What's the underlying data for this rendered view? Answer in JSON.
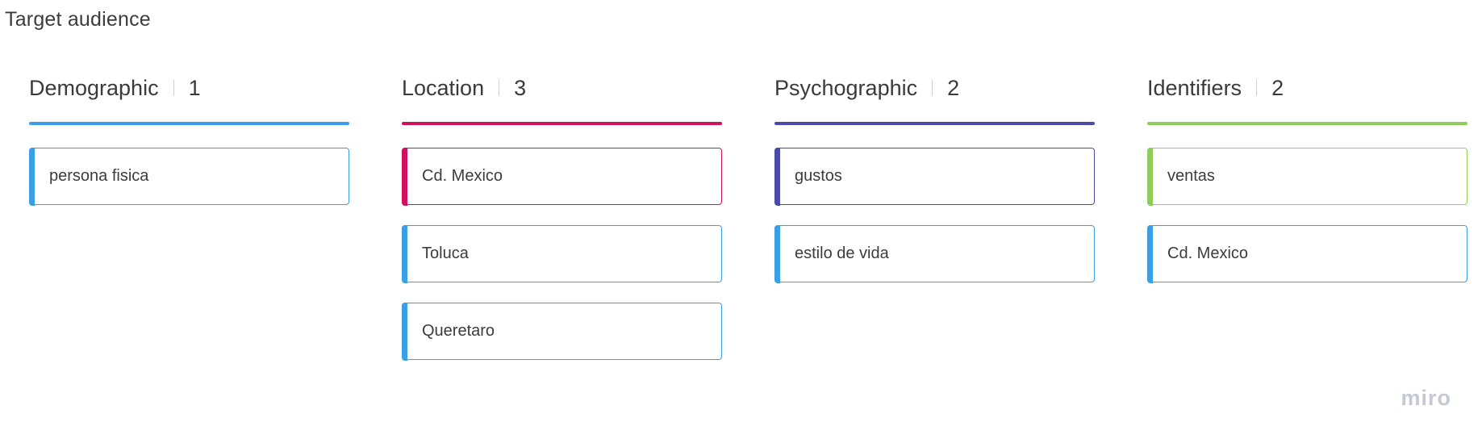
{
  "board": {
    "title": "Target audience"
  },
  "columns": [
    {
      "label": "Demographic",
      "count": "1",
      "color": "#3b9fe6",
      "cards": [
        {
          "text": "persona fisica",
          "color": "#3b9fe6"
        }
      ]
    },
    {
      "label": "Location",
      "count": "3",
      "color": "#d1115b",
      "cards": [
        {
          "text": "Cd. Mexico",
          "color": "#d1115b"
        },
        {
          "text": "Toluca",
          "color": "#3b9fe6"
        },
        {
          "text": "Queretaro",
          "color": "#3b9fe6"
        }
      ]
    },
    {
      "label": "Psychographic",
      "count": "2",
      "color": "#4a4aa8",
      "cards": [
        {
          "text": "gustos",
          "color": "#4a4aa8"
        },
        {
          "text": "estilo de vida",
          "color": "#3b9fe6"
        }
      ]
    },
    {
      "label": "Identifiers",
      "count": "2",
      "color": "#8fce5a",
      "cards": [
        {
          "text": "ventas",
          "color": "#8fce5a"
        },
        {
          "text": "Cd. Mexico",
          "color": "#3b9fe6"
        }
      ]
    }
  ],
  "logo": {
    "text": "miro"
  }
}
